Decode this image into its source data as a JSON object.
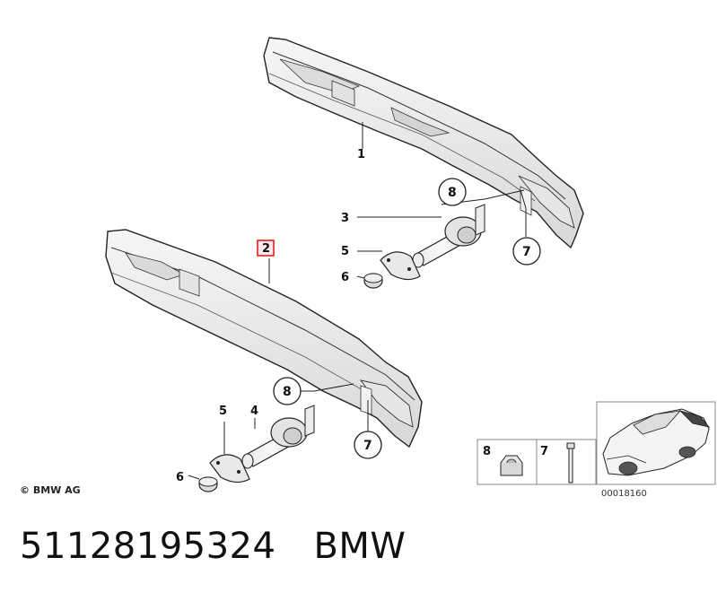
{
  "callouts": {
    "upper_carrier": "1",
    "lower_carrier": "2",
    "upper_absorber": "3",
    "lower_absorber": "4",
    "upper_gasket": "5",
    "lower_gasket": "5",
    "upper_cap": "6",
    "lower_cap": "6",
    "upper_nut": "8",
    "lower_nut": "8",
    "upper_bolt": "7",
    "lower_bolt": "7"
  },
  "legend": {
    "nut_number": "8",
    "bolt_number": "7",
    "ref_code": "00018160"
  },
  "copyright": "© BMW AG",
  "footer": {
    "part_number": "51128195324",
    "brand": "BMW"
  },
  "colors": {
    "highlight_box": "#e02020",
    "line": "#222222",
    "part_fill": "#eeeeee"
  }
}
